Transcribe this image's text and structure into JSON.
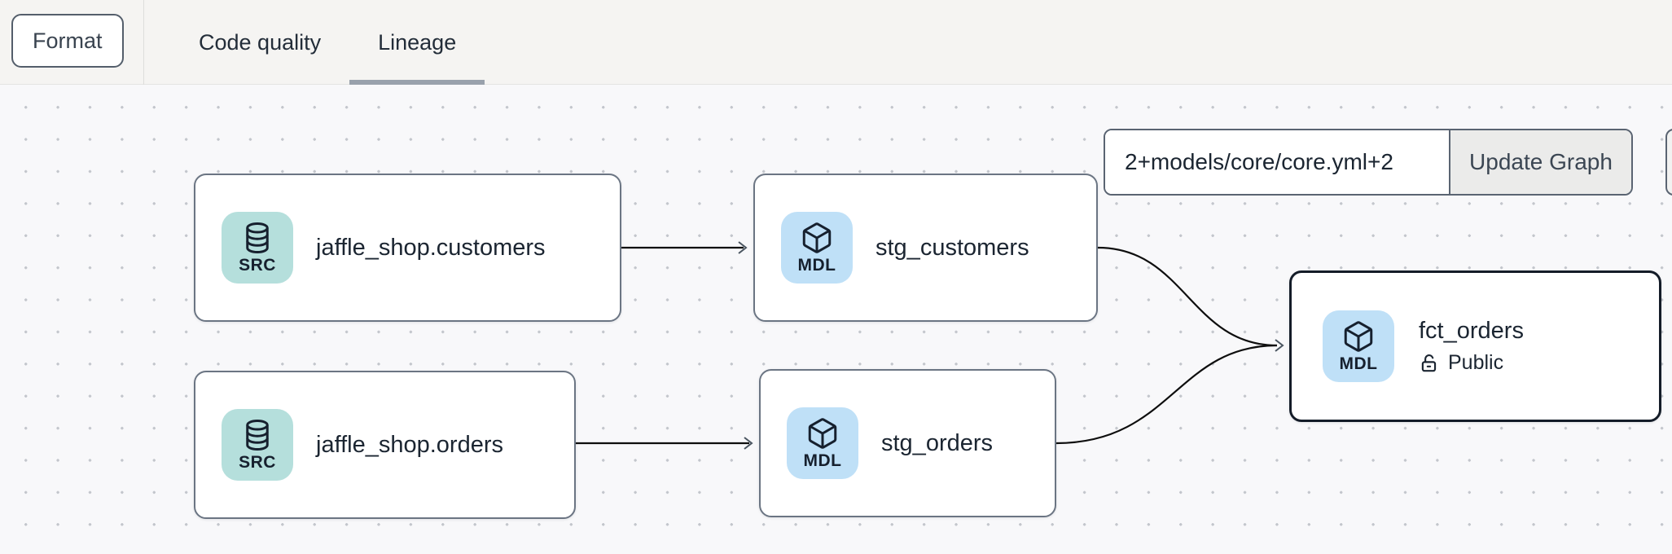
{
  "toolbar": {
    "format_label": "Format"
  },
  "tabs": [
    {
      "label": "Code quality",
      "active": false
    },
    {
      "label": "Lineage",
      "active": true
    }
  ],
  "selector": {
    "value": "2+models/core/core.yml+2",
    "button_label": "Update Graph"
  },
  "graph": {
    "nodes": [
      {
        "id": "jaffle_shop.customers",
        "title": "jaffle_shop.customers",
        "badge": "SRC",
        "type": "source"
      },
      {
        "id": "stg_customers",
        "title": "stg_customers",
        "badge": "MDL",
        "type": "model"
      },
      {
        "id": "jaffle_shop.orders",
        "title": "jaffle_shop.orders",
        "badge": "SRC",
        "type": "source"
      },
      {
        "id": "stg_orders",
        "title": "stg_orders",
        "badge": "MDL",
        "type": "model"
      },
      {
        "id": "fct_orders",
        "title": "fct_orders",
        "badge": "MDL",
        "type": "model",
        "access": "Public",
        "selected": true
      }
    ],
    "edges": [
      {
        "from": "jaffle_shop.customers",
        "to": "stg_customers"
      },
      {
        "from": "jaffle_shop.orders",
        "to": "stg_orders"
      },
      {
        "from": "stg_customers",
        "to": "fct_orders"
      },
      {
        "from": "stg_orders",
        "to": "fct_orders"
      }
    ]
  },
  "colors": {
    "source_badge": "#b5dfdc",
    "model_badge": "#bfe0f7",
    "node_border": "#6b7583",
    "selected_node_border": "#141c28",
    "edge": "#0e0e0e",
    "tab_underline": "#99a1ac",
    "topbar_bg": "#f5f4f2",
    "canvas_bg": "#f8f8fa"
  }
}
